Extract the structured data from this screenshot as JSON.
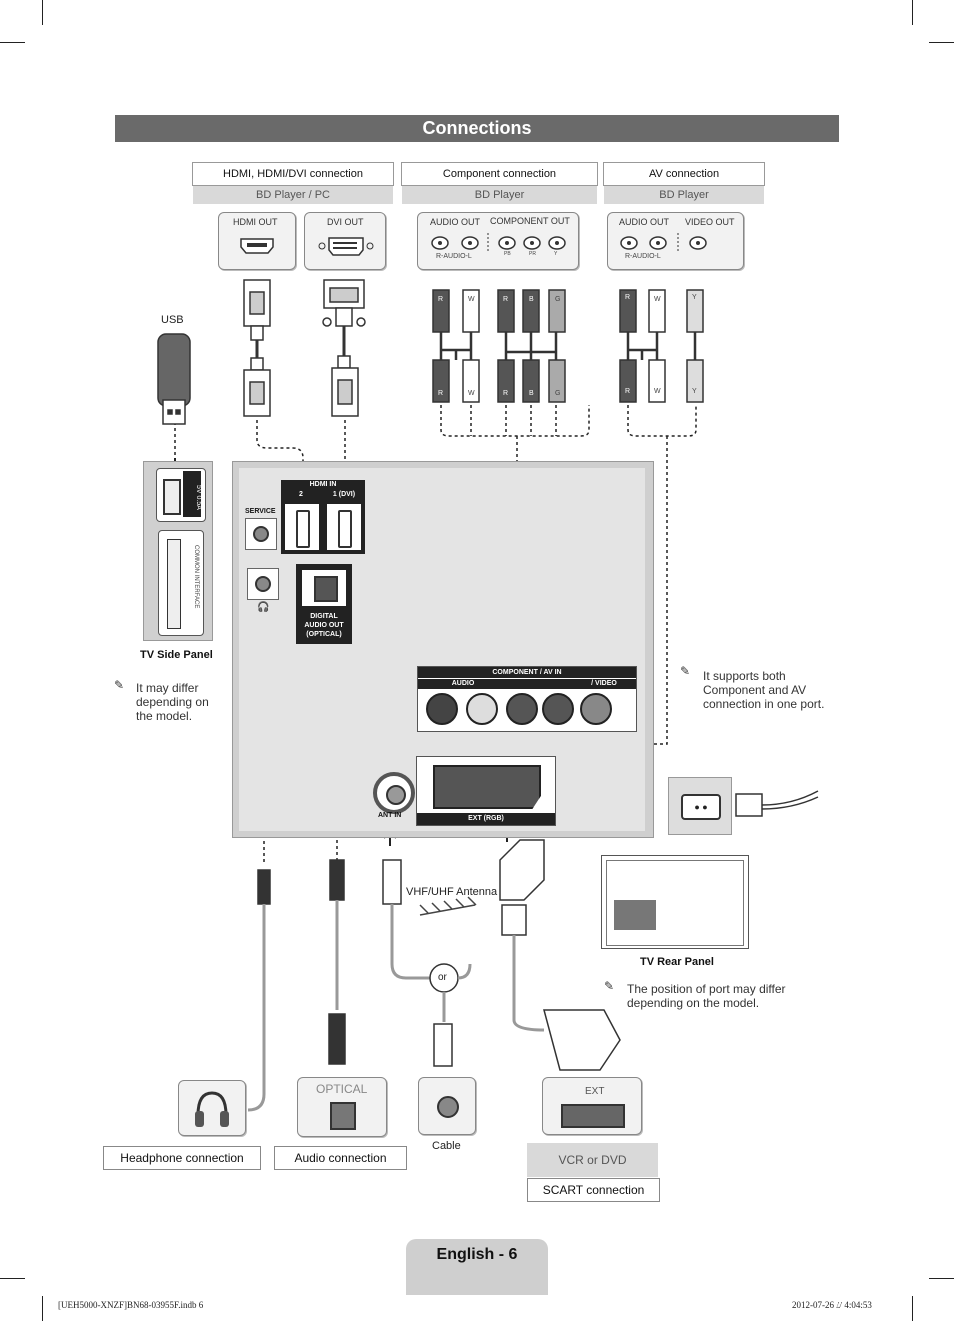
{
  "page": {
    "title": "Connections",
    "footer_page": "English - 6",
    "footer_file": "[UEH5000-XNZF]BN68-03955F.indb   6",
    "footer_timestamp": "2012-07-26   ⌰ 4:04:53"
  },
  "sources": {
    "hdmi": {
      "title": "HDMI, HDMI/DVI connection",
      "device": "BD Player / PC",
      "port1": "HDMI OUT",
      "port2": "DVI OUT"
    },
    "component": {
      "title": "Component connection",
      "device": "BD Player",
      "audio_out": "AUDIO OUT",
      "component_out": "COMPONENT OUT",
      "r_audio_l": "R-AUDIO-L",
      "pb": "PB",
      "pr": "PR",
      "y": "Y"
    },
    "av": {
      "title": "AV connection",
      "device": "BD Player",
      "audio_out": "AUDIO OUT",
      "video_out": "VIDEO OUT",
      "r_audio_l": "R-AUDIO-L"
    }
  },
  "cable_letters": {
    "r": "R",
    "w": "W",
    "b": "B",
    "g": "G",
    "y": "Y"
  },
  "usb_label": "USB",
  "side_panel": {
    "usb_port": "5V 0.5A",
    "common_interface": "COMMON INTERFACE",
    "label": "TV Side Panel",
    "note": "It may differ depending on the model."
  },
  "tv_panel": {
    "hdmi_in": "HDMI IN",
    "hdmi_2": "2",
    "hdmi_1": "1 (DVI)",
    "service": "SERVICE",
    "digital_audio": "DIGITAL AUDIO OUT (OPTICAL)",
    "component_av_in": "COMPONENT / AV IN",
    "audio": "AUDIO",
    "video": "/ VIDEO",
    "ant_in": "ANT IN",
    "ext_rgb": "EXT (RGB)"
  },
  "notes": {
    "component_av": "It supports both Component and AV connection in one port.",
    "rear": "The position of port may differ depending on the model."
  },
  "antenna_label": "VHF/UHF Antenna",
  "or_label": "or",
  "rear_panel_label": "TV Rear Panel",
  "bottom": {
    "optical_label": "OPTICAL",
    "cable_label": "Cable",
    "ext_label": "EXT",
    "vcr_dvd": "VCR or DVD",
    "headphone_conn": "Headphone connection",
    "audio_conn": "Audio connection",
    "scart_conn": "SCART connection"
  }
}
